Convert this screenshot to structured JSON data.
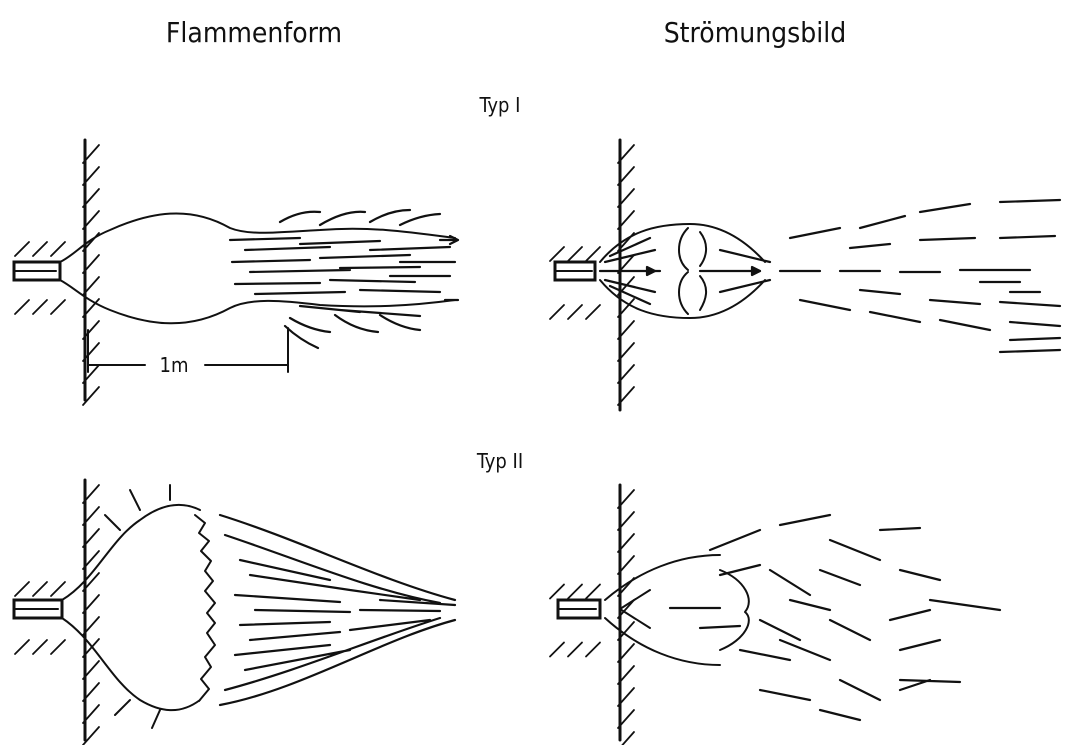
{
  "headers": {
    "left": "Flammenform",
    "right": "Strömungsbild"
  },
  "rows": [
    {
      "label": "Typ I"
    },
    {
      "label": "Typ II"
    }
  ],
  "dimension": {
    "label": "1m"
  },
  "colors": {
    "ink": "#111111",
    "paper": "#ffffff"
  }
}
